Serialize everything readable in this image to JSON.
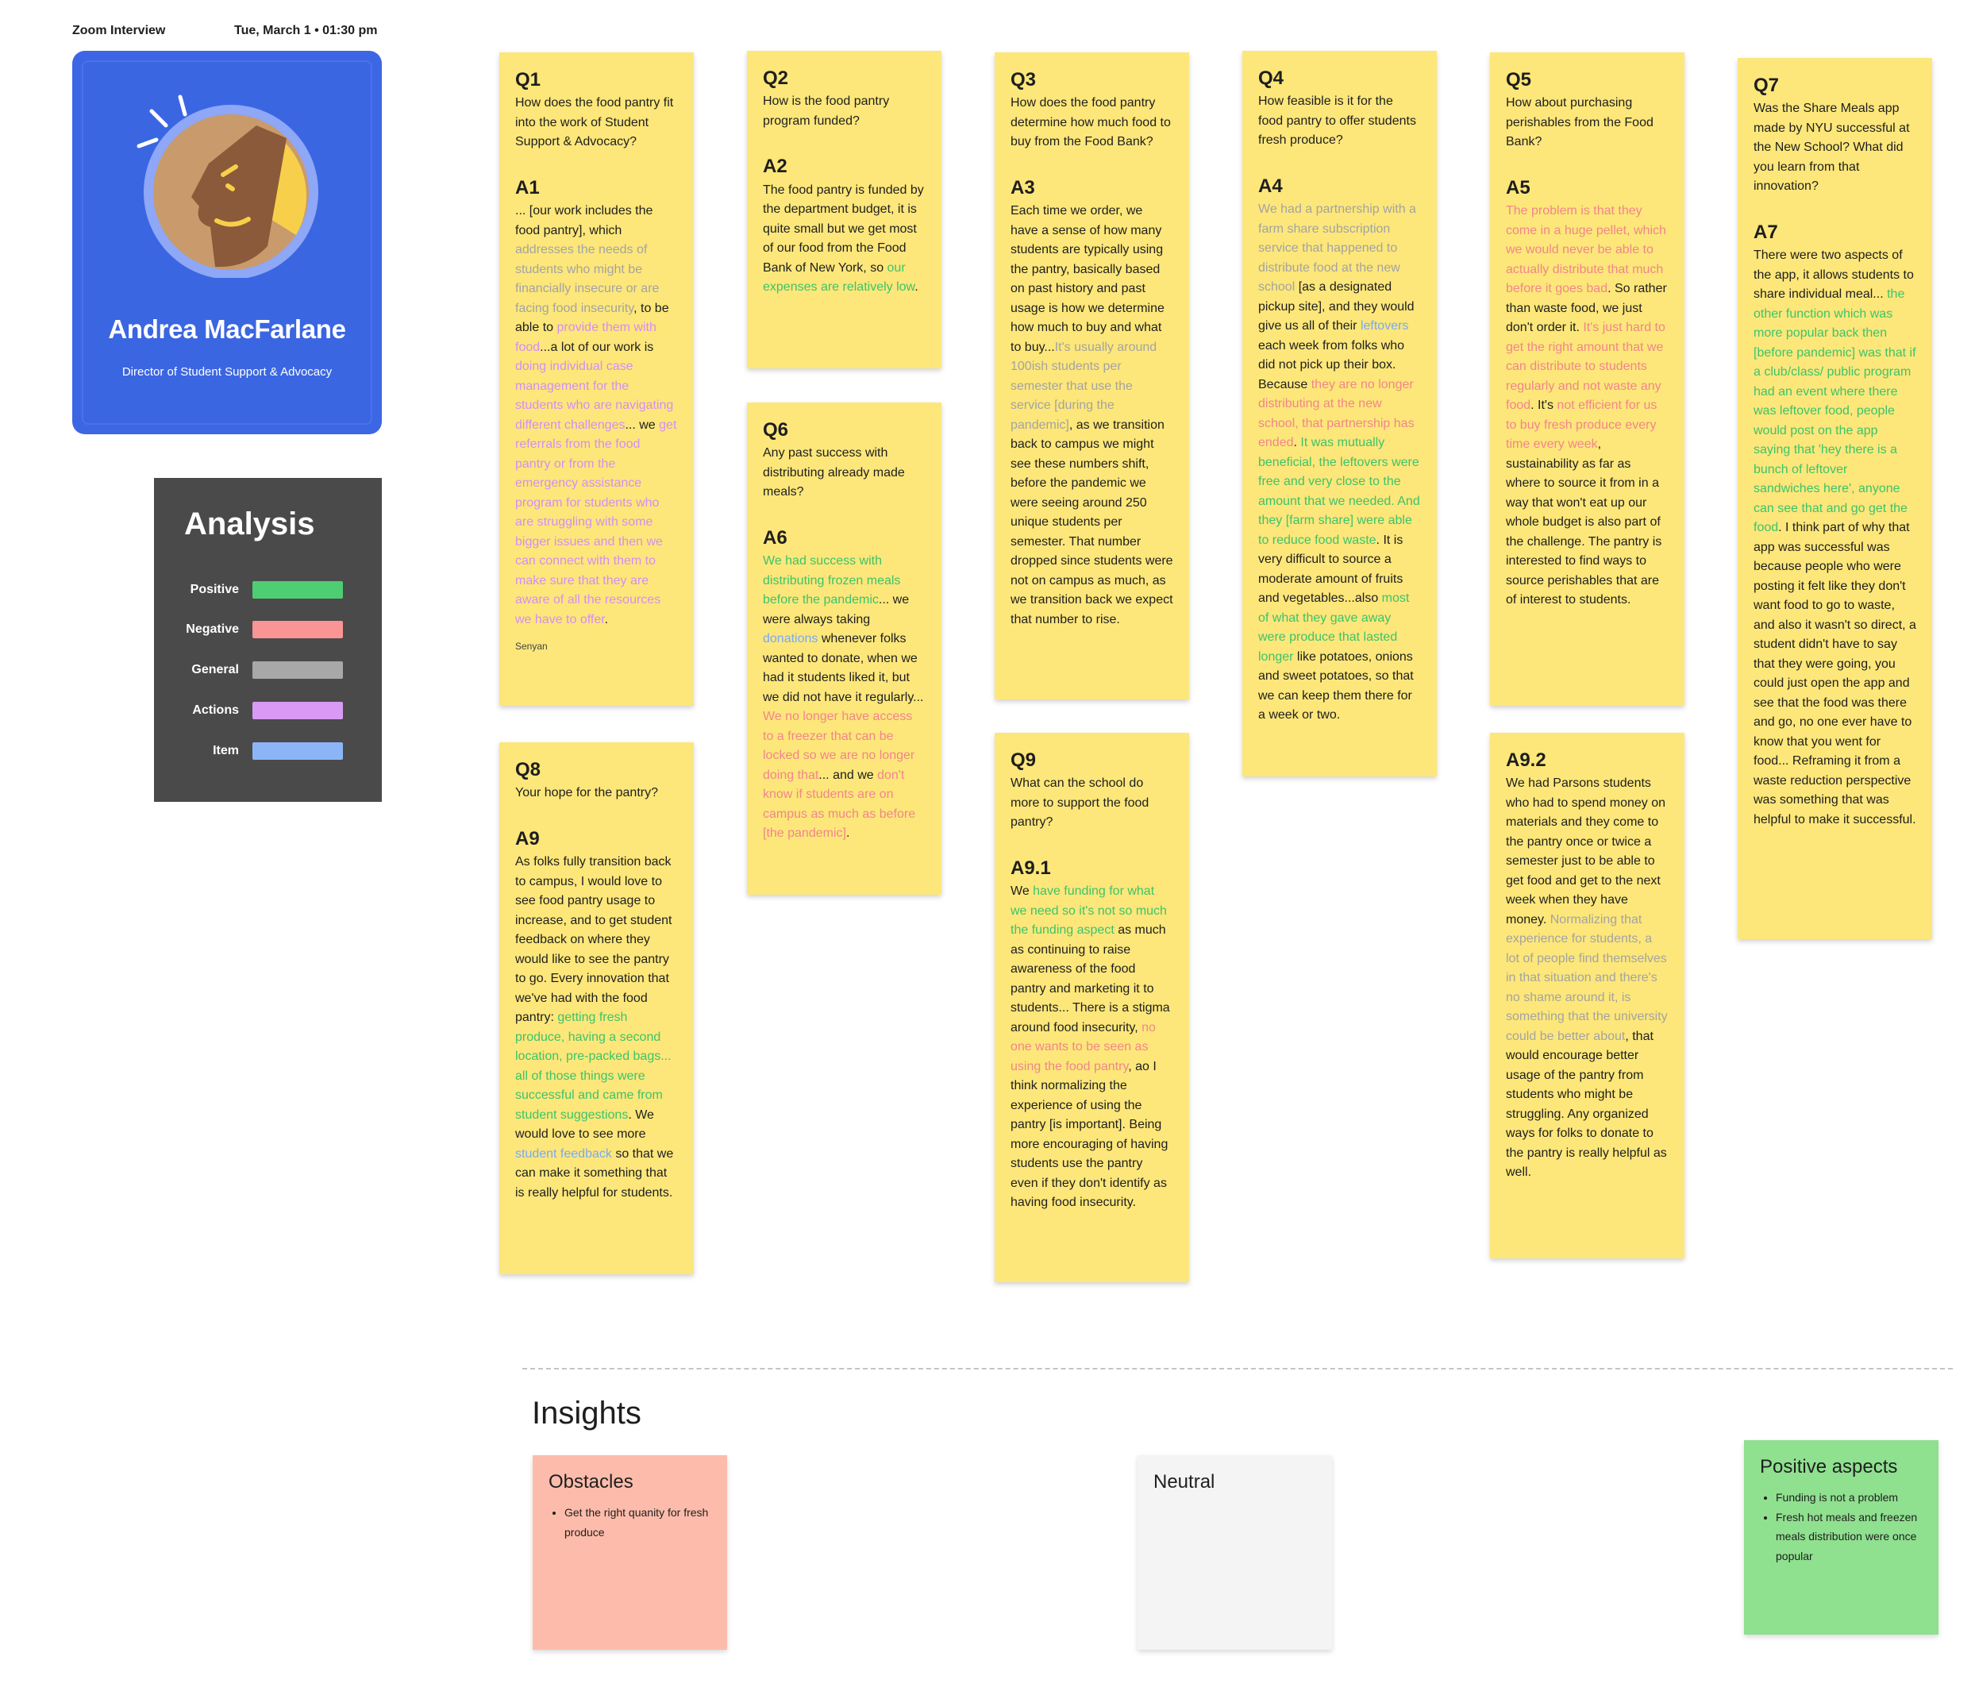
{
  "header": {
    "title": "Zoom Interview",
    "datetime": "Tue, March 1 • 01:30 pm"
  },
  "persona": {
    "name": "Andrea MacFarlane",
    "role": "Director of Student Support & Advocacy"
  },
  "analysis": {
    "title": "Analysis",
    "legend": [
      {
        "label": "Positive",
        "color": "#4fcd72"
      },
      {
        "label": "Negative",
        "color": "#fb9494"
      },
      {
        "label": "General",
        "color": "#a8a8a8"
      },
      {
        "label": "Actions",
        "color": "#d99af5"
      },
      {
        "label": "Item",
        "color": "#8cb5f7"
      }
    ]
  },
  "notes": {
    "n1": {
      "q_label": "Q1",
      "q_text": "How does the food pantry fit into the work of Student Support & Advocacy?",
      "a_label": "A1",
      "a_segments": [
        {
          "text": "... [our work includes the food pantry], which ",
          "tone": ""
        },
        {
          "text": "addresses the needs of students who might be financially insecure or are facing food insecurity",
          "tone": "gen"
        },
        {
          "text": ", to be able to ",
          "tone": ""
        },
        {
          "text": "provide them with food",
          "tone": "act"
        },
        {
          "text": "...a lot of our work is ",
          "tone": ""
        },
        {
          "text": "doing individual case management for the students who are navigating different challenges",
          "tone": "act"
        },
        {
          "text": "... we ",
          "tone": ""
        },
        {
          "text": "get referrals from the food pantry or from the emergency assistance program for students who are struggling with some bigger issues and then we can connect with them to make sure that they are aware of all the resources we have to offer",
          "tone": "act"
        },
        {
          "text": ".",
          "tone": ""
        }
      ],
      "signature": "Senyan"
    },
    "n2": {
      "q_label": "Q2",
      "q_text": "How is the food pantry program funded?",
      "a_label": "A2",
      "a_segments": [
        {
          "text": "The food pantry is funded by the department budget, it is quite small but we get most of our food from the Food Bank of New York, so ",
          "tone": ""
        },
        {
          "text": "our expenses are relatively low",
          "tone": "pos"
        },
        {
          "text": ".",
          "tone": ""
        }
      ]
    },
    "n3": {
      "q_label": "Q3",
      "q_text": "How does the food pantry determine how much food to buy from the Food Bank?",
      "a_label": "A3",
      "a_segments": [
        {
          "text": "Each time we order, we have a sense of how many students are typically using the pantry, basically based on past history and past usage is how we determine how much to buy and what to buy...",
          "tone": ""
        },
        {
          "text": "It's usually around 100ish students per semester that use the service [during the pandemic]",
          "tone": "gen"
        },
        {
          "text": ", as we transition back to campus we might see these numbers shift, before the pandemic we were seeing around 250 unique students per semester. That number dropped since students were not on campus as much, as we transition back we expect that number to rise.",
          "tone": ""
        }
      ]
    },
    "n4": {
      "q_label": "Q4",
      "q_text": "How feasible is it for the food pantry to offer students fresh produce?",
      "a_label": "A4",
      "a_segments": [
        {
          "text": "We had a partnership with a farm share subscription service that happened to distribute food at the new school",
          "tone": "gen"
        },
        {
          "text": " [as a designated pickup site], and they would give us all of their ",
          "tone": ""
        },
        {
          "text": "leftovers",
          "tone": "item"
        },
        {
          "text": " each week from folks who did not pick up their box. Because ",
          "tone": ""
        },
        {
          "text": "they are no longer distributing at the new school, that partnership has ended",
          "tone": "neg"
        },
        {
          "text": ". ",
          "tone": ""
        },
        {
          "text": "It was mutually beneficial, the leftovers were free and very close to the amount that we needed. And they [farm share] were able to reduce food waste",
          "tone": "pos"
        },
        {
          "text": ". It is very difficult to source a moderate amount of fruits and vegetables...also ",
          "tone": ""
        },
        {
          "text": "most of what they gave away were produce that lasted longer",
          "tone": "pos"
        },
        {
          "text": " like potatoes, onions and sweet potatoes, so that we can keep them there for a week or two.",
          "tone": ""
        }
      ]
    },
    "n5": {
      "q_label": "Q5",
      "q_text": "How about purchasing perishables from the Food Bank?",
      "a_label": "A5",
      "a_segments": [
        {
          "text": "The problem is that they come in a huge pellet, which we would never be able to actually distribute that much before it goes bad",
          "tone": "neg"
        },
        {
          "text": ". So rather than waste food, we just don't order it. ",
          "tone": ""
        },
        {
          "text": "It's just hard to get the right amount that we can distribute to students regularly and not waste any food",
          "tone": "neg"
        },
        {
          "text": ". It's ",
          "tone": ""
        },
        {
          "text": "not efficient for us to buy fresh produce every time every week",
          "tone": "neg"
        },
        {
          "text": ", sustainability as far as where to source it from in a way that won't eat up our whole budget is also part of the challenge. The pantry is interested to find ways to source perishables that are of interest to students.",
          "tone": ""
        }
      ]
    },
    "n6": {
      "q_label": "Q6",
      "q_text": "Any past success with distributing already made meals?",
      "a_label": "A6",
      "a_segments": [
        {
          "text": "We had success with distributing frozen meals before the pandemic",
          "tone": "pos"
        },
        {
          "text": "... we were always taking ",
          "tone": ""
        },
        {
          "text": "donations",
          "tone": "item"
        },
        {
          "text": " whenever folks wanted to donate, when we had it students liked it, but we did not have it regularly... ",
          "tone": ""
        },
        {
          "text": "We no longer have access to a freezer that can be locked so we are no longer doing that",
          "tone": "neg"
        },
        {
          "text": "... and we ",
          "tone": ""
        },
        {
          "text": "don't know if students are on campus as much as before [the pandemic]",
          "tone": "neg"
        },
        {
          "text": ".",
          "tone": ""
        }
      ]
    },
    "n7": {
      "q_label": "Q7",
      "q_text": "Was the Share Meals app made by NYU successful at the New School? What did you learn from that innovation?",
      "a_label": "A7",
      "a_segments": [
        {
          "text": "There were two aspects of the app, it allows students to share individual meal... ",
          "tone": ""
        },
        {
          "text": "the other function which was more popular back then [before pandemic] was that if a club/class/ public program had an event where there was leftover food, people would post on the app saying that 'hey there is a bunch of leftover sandwiches here', anyone can see that and go get the food",
          "tone": "pos"
        },
        {
          "text": ". I think part of why that app was successful was because people who were posting it felt like they don't want food to go to waste, and also it wasn't so direct, a student didn't have to say that they were going, you could just open the app and see that the food was there and go, no one ever have to know that you went for food... Reframing it from a waste reduction perspective was something that was helpful to make it successful.",
          "tone": ""
        }
      ]
    },
    "n8": {
      "q_label": "Q8",
      "q_text": "Your hope for the pantry?",
      "a_label": "A9",
      "a_segments": [
        {
          "text": "As folks fully transition back to campus, I would love to see food pantry usage to increase, and to get student feedback on where they would like to see the pantry to go. Every innovation that we've had with the food pantry: ",
          "tone": ""
        },
        {
          "text": "getting fresh produce, having a second location, pre-packed bags... all of those things were successful and came from student suggestions",
          "tone": "pos"
        },
        {
          "text": ". We would love to see more ",
          "tone": ""
        },
        {
          "text": "student feedback",
          "tone": "item"
        },
        {
          "text": " so that we can make it something that is really helpful for students.",
          "tone": ""
        }
      ]
    },
    "n9": {
      "q_label": "Q9",
      "q_text": "What can the school do more to support the food pantry?",
      "a_label": "A9.1",
      "a_segments": [
        {
          "text": "We ",
          "tone": ""
        },
        {
          "text": "have funding for what we need so it's not so much the funding aspect",
          "tone": "pos"
        },
        {
          "text": " as much as continuing to raise awareness of the food pantry and marketing it to students... There is a stigma around food insecurity, ",
          "tone": ""
        },
        {
          "text": "no one wants to be seen as using the food pantry",
          "tone": "neg"
        },
        {
          "text": ", ao I think normalizing the experience of using the pantry [is important]. Being more encouraging of having students use the pantry even if they don't identify as having food insecurity.",
          "tone": ""
        }
      ]
    },
    "n10": {
      "a_label": "A9.2",
      "a_segments": [
        {
          "text": "We had Parsons students who had to spend money on materials and they come to the pantry once or twice a semester just to be able to get food and get to the next week when they have money. ",
          "tone": ""
        },
        {
          "text": "Normalizing that experience for students, a lot of people find themselves in that situation and there's no shame around it, is something that the university could be better about",
          "tone": "gen"
        },
        {
          "text": ", that would encourage better usage of the pantry from students who might be struggling. Any organized ways for folks to donate to the pantry is really helpful as well.",
          "tone": ""
        }
      ]
    }
  },
  "insights": {
    "title": "Insights",
    "obstacles": {
      "title": "Obstacles",
      "items": [
        "Get the right quanity for fresh produce"
      ],
      "color": "#fdbcab"
    },
    "neutral": {
      "title": "Neutral",
      "items": [],
      "color": "#f4f4f4"
    },
    "positive": {
      "title": "Positive aspects",
      "items": [
        "Funding is not a problem",
        "Fresh hot meals and freezen meals distribution were once popular"
      ],
      "color": "#8fe08f"
    }
  }
}
